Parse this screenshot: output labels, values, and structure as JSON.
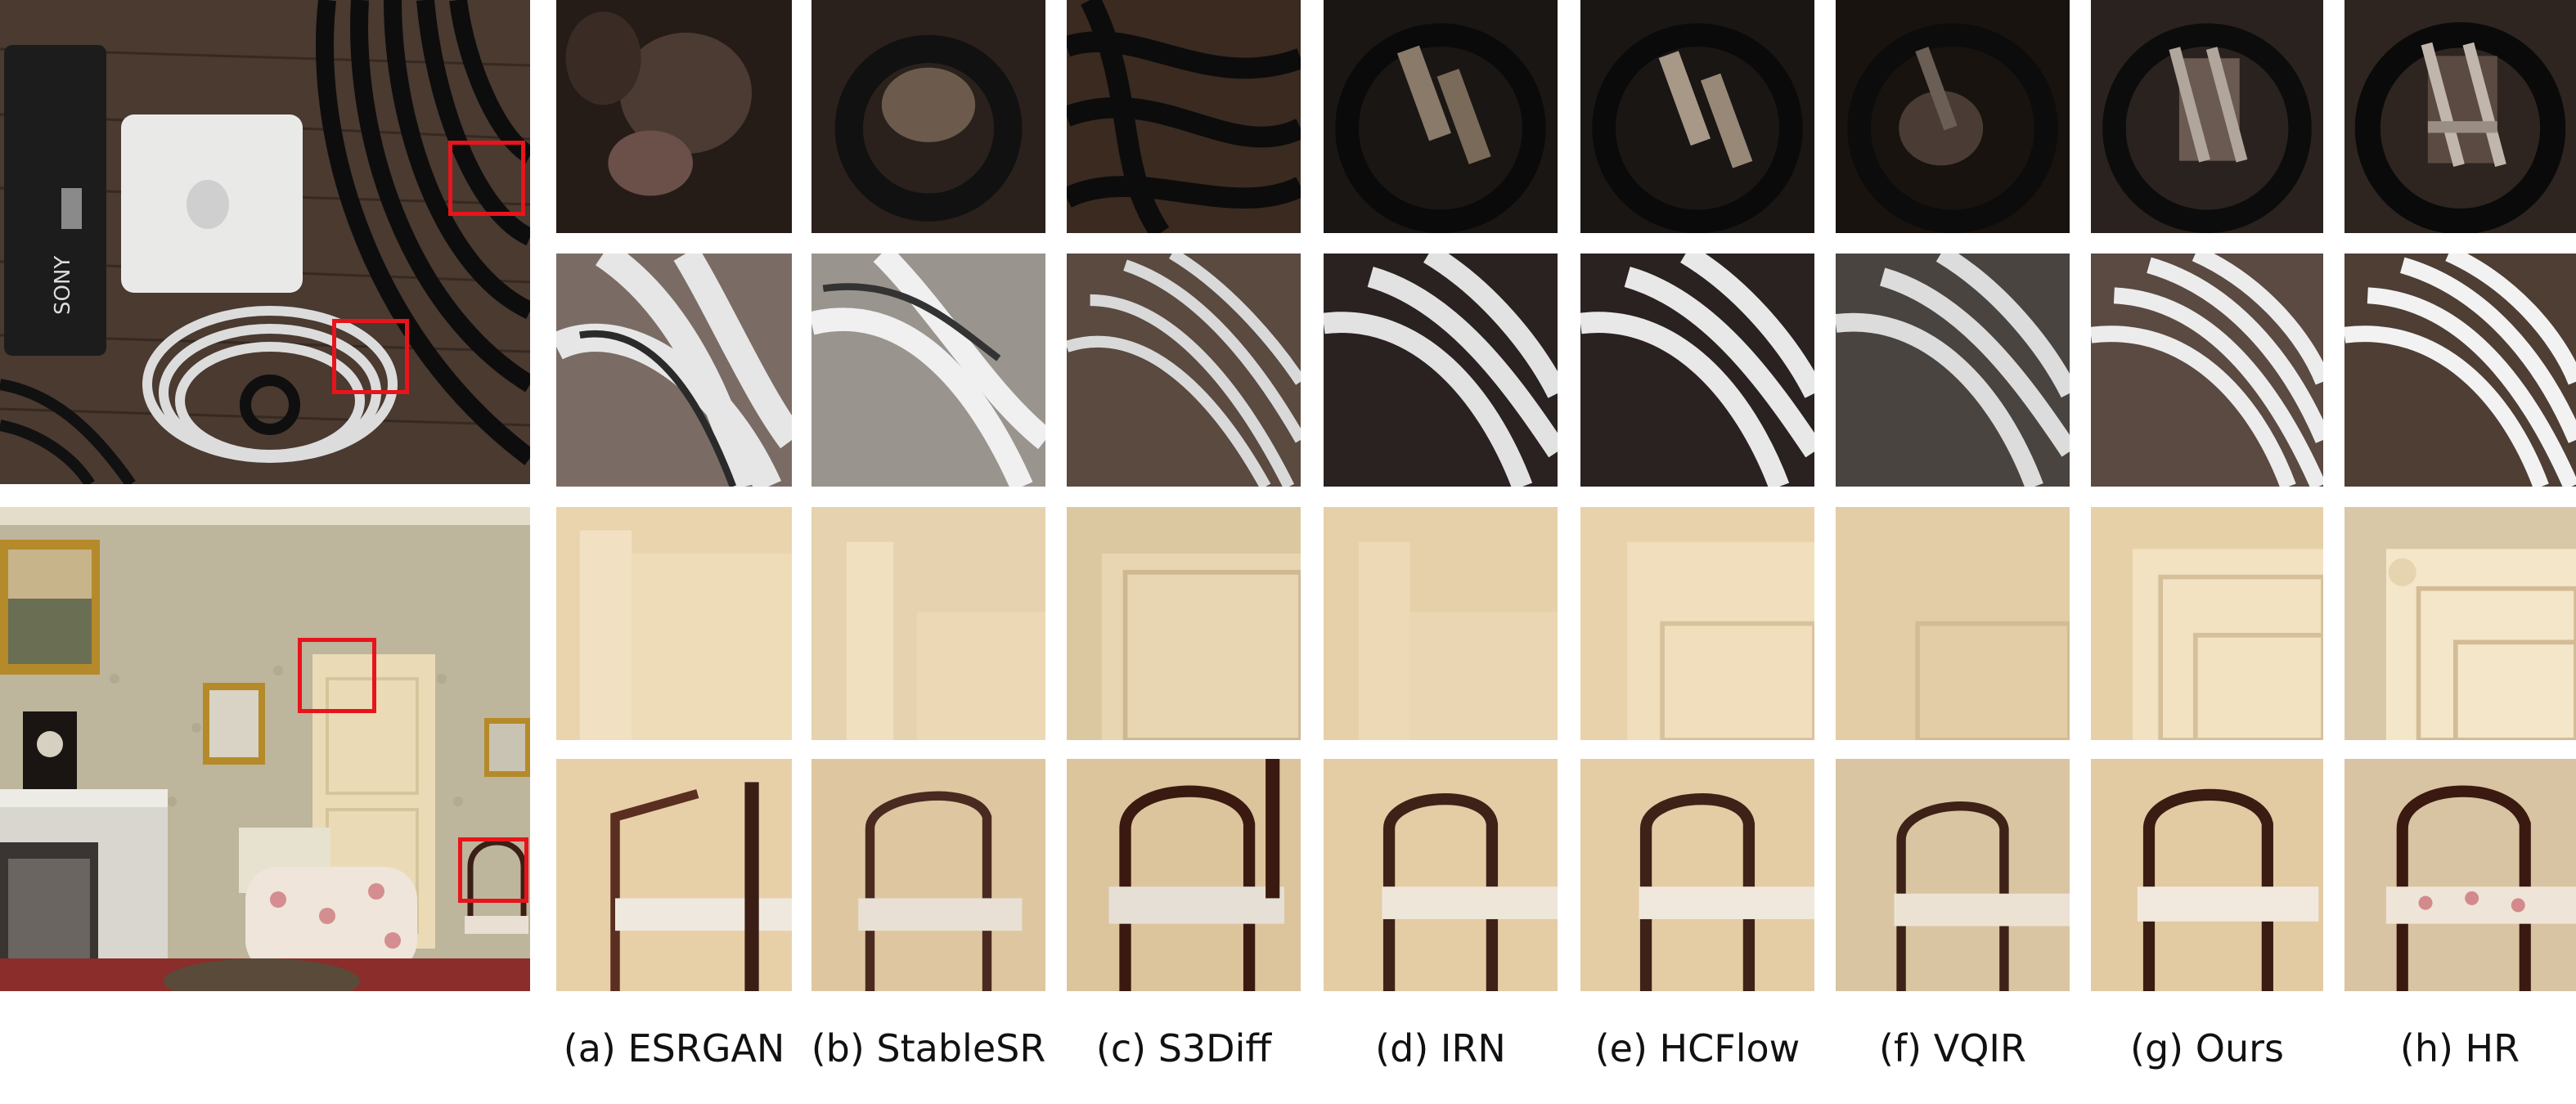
{
  "figure": {
    "captions": [
      "(a) ESRGAN",
      "(b) StableSR",
      "(c) S3Diff",
      "(d) IRN",
      "(e) HCFlow",
      "(f) VQIR",
      "(g) Ours",
      "(h) HR"
    ],
    "methods": [
      "ESRGAN",
      "StableSR",
      "S3Diff",
      "IRN",
      "HCFlow",
      "VQIR",
      "Ours",
      "HR"
    ],
    "scenes": [
      {
        "name": "cables-scene",
        "brand_text": "SONY",
        "zoom_regions": 2
      },
      {
        "name": "room-scene",
        "zoom_regions": 2
      }
    ],
    "colors": {
      "zoom_box": "#e8141b",
      "background": "#ffffff"
    }
  }
}
